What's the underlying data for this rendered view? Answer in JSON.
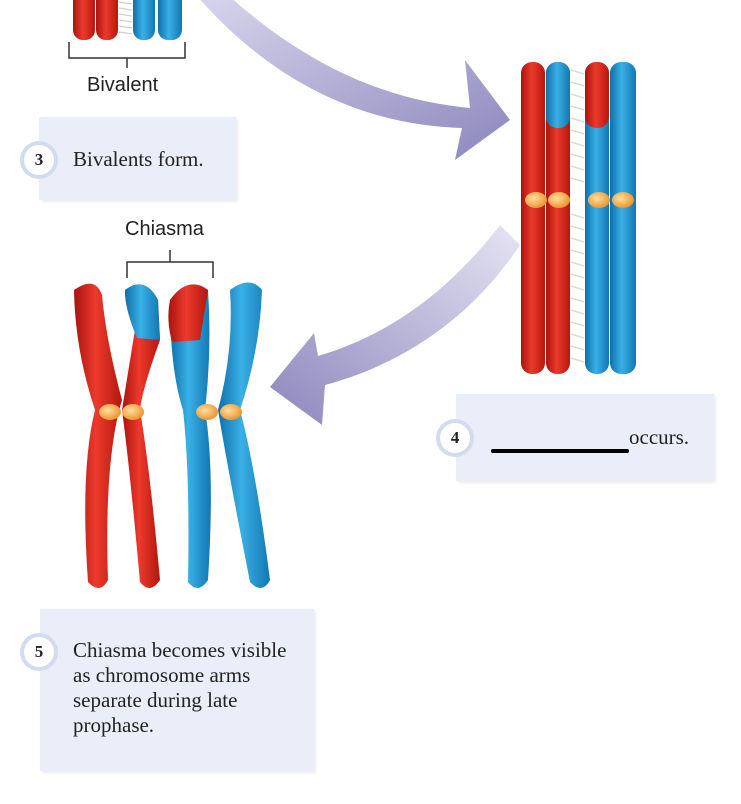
{
  "labels": {
    "bivalent": "Bivalent",
    "chiasma": "Chiasma"
  },
  "steps": [
    {
      "number": "3",
      "text": "Bivalents form."
    },
    {
      "number": "4",
      "text": "occurs."
    },
    {
      "number": "5",
      "text": "Chiasma becomes visible as chromosome arms separate during late prophase."
    }
  ],
  "colors": {
    "maternal_red": "#d8281f",
    "paternal_blue": "#1c94cf",
    "centromere_orange": "#f4a63a",
    "arrow_purple": "#9f9bc6",
    "box_fill": "#e9eef8"
  }
}
